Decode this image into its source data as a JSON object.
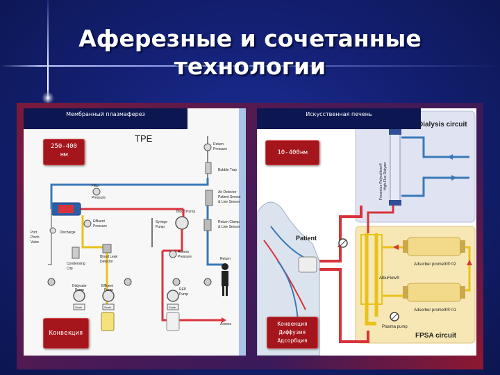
{
  "slide": {
    "title_line1": "Аферезные и сочетанные",
    "title_line2": "технологии"
  },
  "left_panel": {
    "header": "Мембранный плазмаферез",
    "badge_top": [
      "250-400",
      "нм"
    ],
    "badge_bottom": "Конвекция",
    "diagram": {
      "title": "TPE",
      "labels": {
        "return_pressure": [
          "Return",
          "Pressure"
        ],
        "bubble_trap": "Bubble Trap",
        "filter_pressure": [
          "Filter",
          "Pressure"
        ],
        "air_detector": [
          "Air Detector",
          "Patient Sensor",
          "& Line Sensor"
        ],
        "blood_pump": [
          "Blood Pump"
        ],
        "syringe_pump": [
          "Syringe",
          "Pump"
        ],
        "return_clamp": [
          "Return Clamp",
          "& Line Sensor"
        ],
        "effluent_pressure": [
          "Effluent",
          "Pressure"
        ],
        "access_pressure": [
          "Access",
          "Pressure"
        ],
        "blood_leak": [
          "Blood Leak",
          "Detector"
        ],
        "discharge": "Discharge",
        "port_valve": [
          "Port",
          "Pinch",
          "Valve"
        ],
        "condensing_clip": [
          "Condensing",
          "Clip"
        ],
        "dialysate_pump": [
          "Dialysate",
          "Pump"
        ],
        "effluent_pump": [
          "Effluent",
          "Pump"
        ],
        "rep_pump": [
          "REP",
          "Pump"
        ],
        "return": "Return",
        "access": "Access",
        "scale": "Scale"
      }
    }
  },
  "right_panel": {
    "header": "Искусственная печень",
    "badge_top": "10-400нм",
    "badge_bottom": [
      "Конвекция",
      "Диффузия",
      "Адсорбция"
    ],
    "diagram": {
      "dialysis_circuit": "Dialysis circuit",
      "dialyzer_label": [
        "Fresenius Polysulfone®",
        "High-Flux Dialyzer"
      ],
      "patient": "Patient",
      "adsorber_1": "Adsorber prometh® 02",
      "adsorber_2": "Adsorber prometh® 01",
      "albuflow": "AlbuFlow®",
      "plasma_pump": "Plasma pump",
      "fpsa_circuit": "FPSA circuit"
    }
  },
  "colors": {
    "background": "#142176",
    "header_bg": "#0c1650",
    "badge_red": "#a5151c",
    "blood_red": "#d8333a",
    "line_blue": "#3a79b8",
    "line_yellow": "#e8c21a",
    "dialysis_bg": "#dfe3f2",
    "fpsa_bg": "#f7e7b5"
  }
}
